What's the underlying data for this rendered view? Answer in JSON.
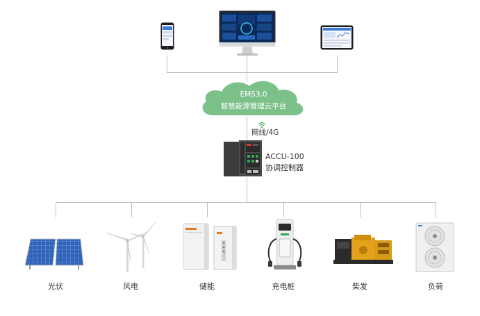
{
  "cloud": {
    "line1": "EMS3.0",
    "line2": "智慧能源管理云平台"
  },
  "network": {
    "label": "网线/4G",
    "icon": "wifi-icon"
  },
  "controller": {
    "model": "ACCU-100",
    "name": "协调控制器"
  },
  "top_devices": [
    {
      "name": "smartphone",
      "icon": "phone-icon"
    },
    {
      "name": "desktop-monitor",
      "icon": "monitor-icon"
    },
    {
      "name": "tablet",
      "icon": "tablet-icon"
    }
  ],
  "bottom_devices": [
    {
      "label": "光伏",
      "icon": "solar-panel-icon"
    },
    {
      "label": "风电",
      "icon": "wind-turbine-icon"
    },
    {
      "label": "储能",
      "icon": "battery-cabinet-icon"
    },
    {
      "label": "充电桩",
      "icon": "charging-pile-icon"
    },
    {
      "label": "柴发",
      "icon": "diesel-generator-icon"
    },
    {
      "label": "负荷",
      "icon": "load-unit-icon"
    }
  ],
  "colors": {
    "cloud": "#7cc08a",
    "connector": "#bdbdbd",
    "solar": "#2f63b8"
  }
}
